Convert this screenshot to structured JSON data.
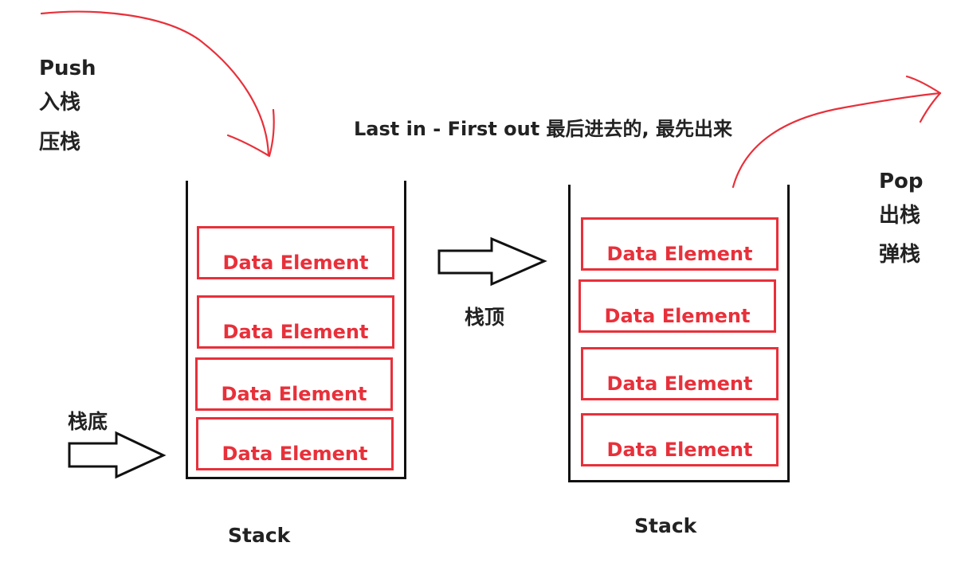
{
  "push": {
    "label": "Push",
    "cn_1": "入栈",
    "cn_2": "压栈"
  },
  "pop": {
    "label": "Pop",
    "cn_1": "出栈",
    "cn_2": "弹栈"
  },
  "lifo_caption": "Last in - First out 最后进去的, 最先出来",
  "top_label": "栈顶",
  "bottom_label": "栈底",
  "stacks": [
    {
      "caption": "Stack",
      "elements": [
        "Data Element",
        "Data Element",
        "Data Element",
        "Data Element"
      ]
    },
    {
      "caption": "Stack",
      "elements": [
        "Data Element",
        "Data Element",
        "Data Element",
        "Data Element"
      ]
    }
  ],
  "colors": {
    "element": "#e8303a",
    "arrow_curve": "#e8303a",
    "container": "#111111",
    "text": "#222222"
  },
  "icons": {
    "push_arrow": "curved-arrow-down-icon",
    "pop_arrow": "curved-arrow-right-icon",
    "top_arrow": "hollow-arrow-right-icon",
    "bottom_arrow": "hollow-arrow-right-icon"
  }
}
